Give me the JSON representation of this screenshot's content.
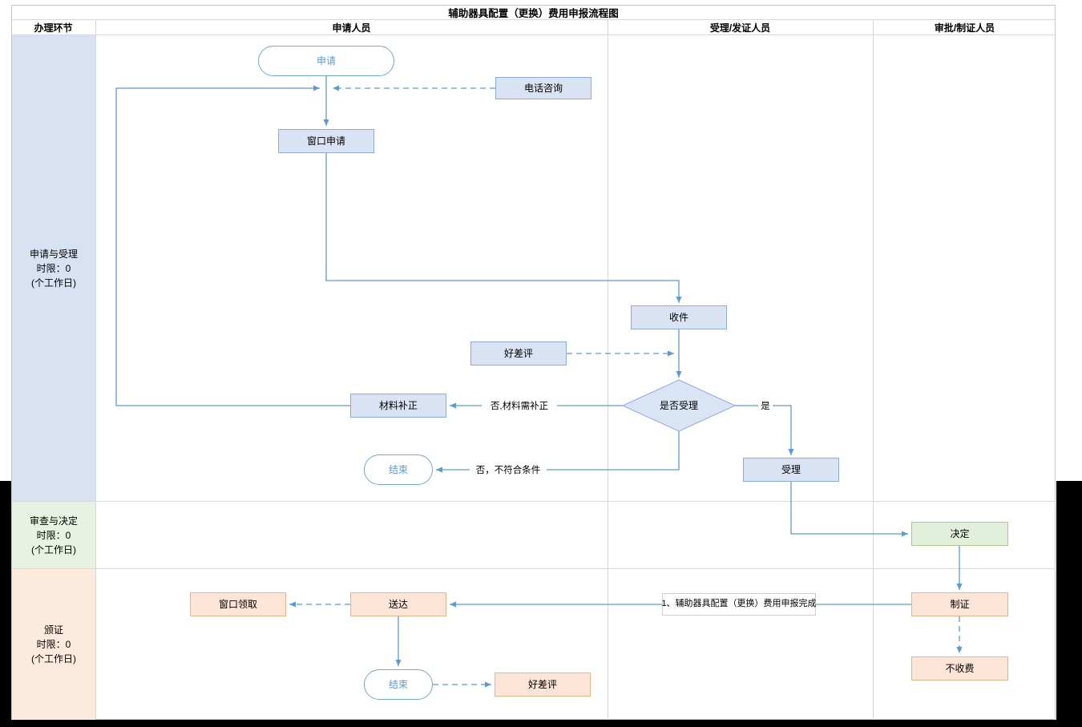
{
  "title": "辅助器具配置（更换）费用申报流程图",
  "columns": [
    "办理环节",
    "申请人员",
    "受理/发证人员",
    "审批/制证人员"
  ],
  "lanes": [
    {
      "name": "申请与受理",
      "limit": "时限：0",
      "unit": "(个工作日)"
    },
    {
      "name": "审查与决定",
      "limit": "时限：0",
      "unit": "(个工作日)"
    },
    {
      "name": "颁证",
      "limit": "时限：0",
      "unit": "(个工作日)"
    }
  ],
  "nodes": {
    "apply": "申请",
    "phone": "电话咨询",
    "window_apply": "窗口申请",
    "receive": "收件",
    "review1": "好差评",
    "decision": "是否受理",
    "supplement": "材料补正",
    "end1": "结束",
    "accept": "受理",
    "decide": "决定",
    "make_cert": "制证",
    "complete": "1、辅助器具配置（更换）费用申报完成",
    "deliver": "送达",
    "pickup": "窗口领取",
    "end2": "结束",
    "review2": "好差评",
    "no_fee": "不收费"
  },
  "edge_labels": {
    "need_supplement": "否,材料需补正",
    "not_qualified": "否，不符合条件",
    "yes": "是"
  },
  "colors": {
    "line": "#5b9bd5",
    "node_blue_fill": "#dae3f3",
    "node_blue_border": "#8faadc",
    "node_green_fill": "#e2efda",
    "node_orange_fill": "#fce4d6",
    "stadium_border": "#6fa8dc",
    "stadium_text": "#5b9bd5",
    "lane1_bg": "#d9e2f3",
    "lane2_bg": "#e8f2e2",
    "lane3_bg": "#fcebdc",
    "grid_line": "#d8d8d8"
  }
}
